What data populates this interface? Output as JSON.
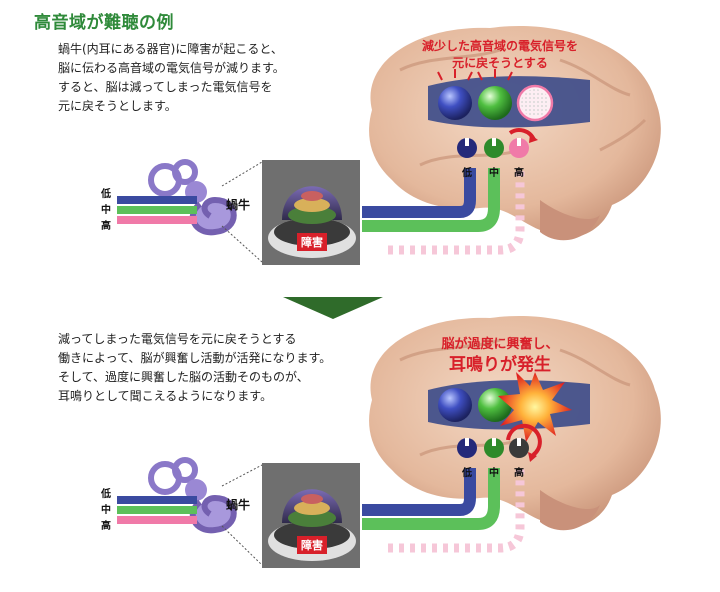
{
  "title": "高音域が難聴の例",
  "panels": [
    {
      "paragraph": [
        "蝸牛(内耳にある器官)に障害が起こると、",
        "脳に伝わる高音域の電気信号が減ります。",
        "すると、脳は減ってしまった電気信号を",
        "元に戻そうとします。"
      ],
      "callout": [
        "減少した高音域の電気信号を",
        "元に戻そうとする"
      ],
      "freq_left": [
        "低",
        "中",
        "高"
      ],
      "freq_knobs": [
        "低",
        "中",
        "高"
      ],
      "cochlea_label": "蝸牛",
      "damage_label": "障害"
    },
    {
      "paragraph": [
        "減ってしまった電気信号を元に戻そうとする",
        "働きによって、脳が興奮し活動が活発になります。",
        "そして、過度に興奮した脳の活動そのものが、",
        "耳鳴りとして聞こえるようになります。"
      ],
      "callout": [
        "脳が過度に興奮し、",
        "耳鳴りが発生"
      ],
      "freq_left": [
        "低",
        "中",
        "高"
      ],
      "freq_knobs": [
        "低",
        "中",
        "高"
      ],
      "cochlea_label": "蝸牛",
      "damage_label": "障害"
    }
  ],
  "colors": {
    "title_green": "#2f8a3a",
    "low_blue": "#3a4aa0",
    "mid_green": "#5cc05a",
    "high_pink": "#f07aa8",
    "alert_red": "#d8202a",
    "brain": "#e6bea3",
    "arrow_green": "#2f6b2a"
  },
  "icons": [
    "brain-illustration",
    "cochlea-icon",
    "inner-ear-icon",
    "knob-icon",
    "explosion-icon",
    "down-arrow-icon"
  ]
}
